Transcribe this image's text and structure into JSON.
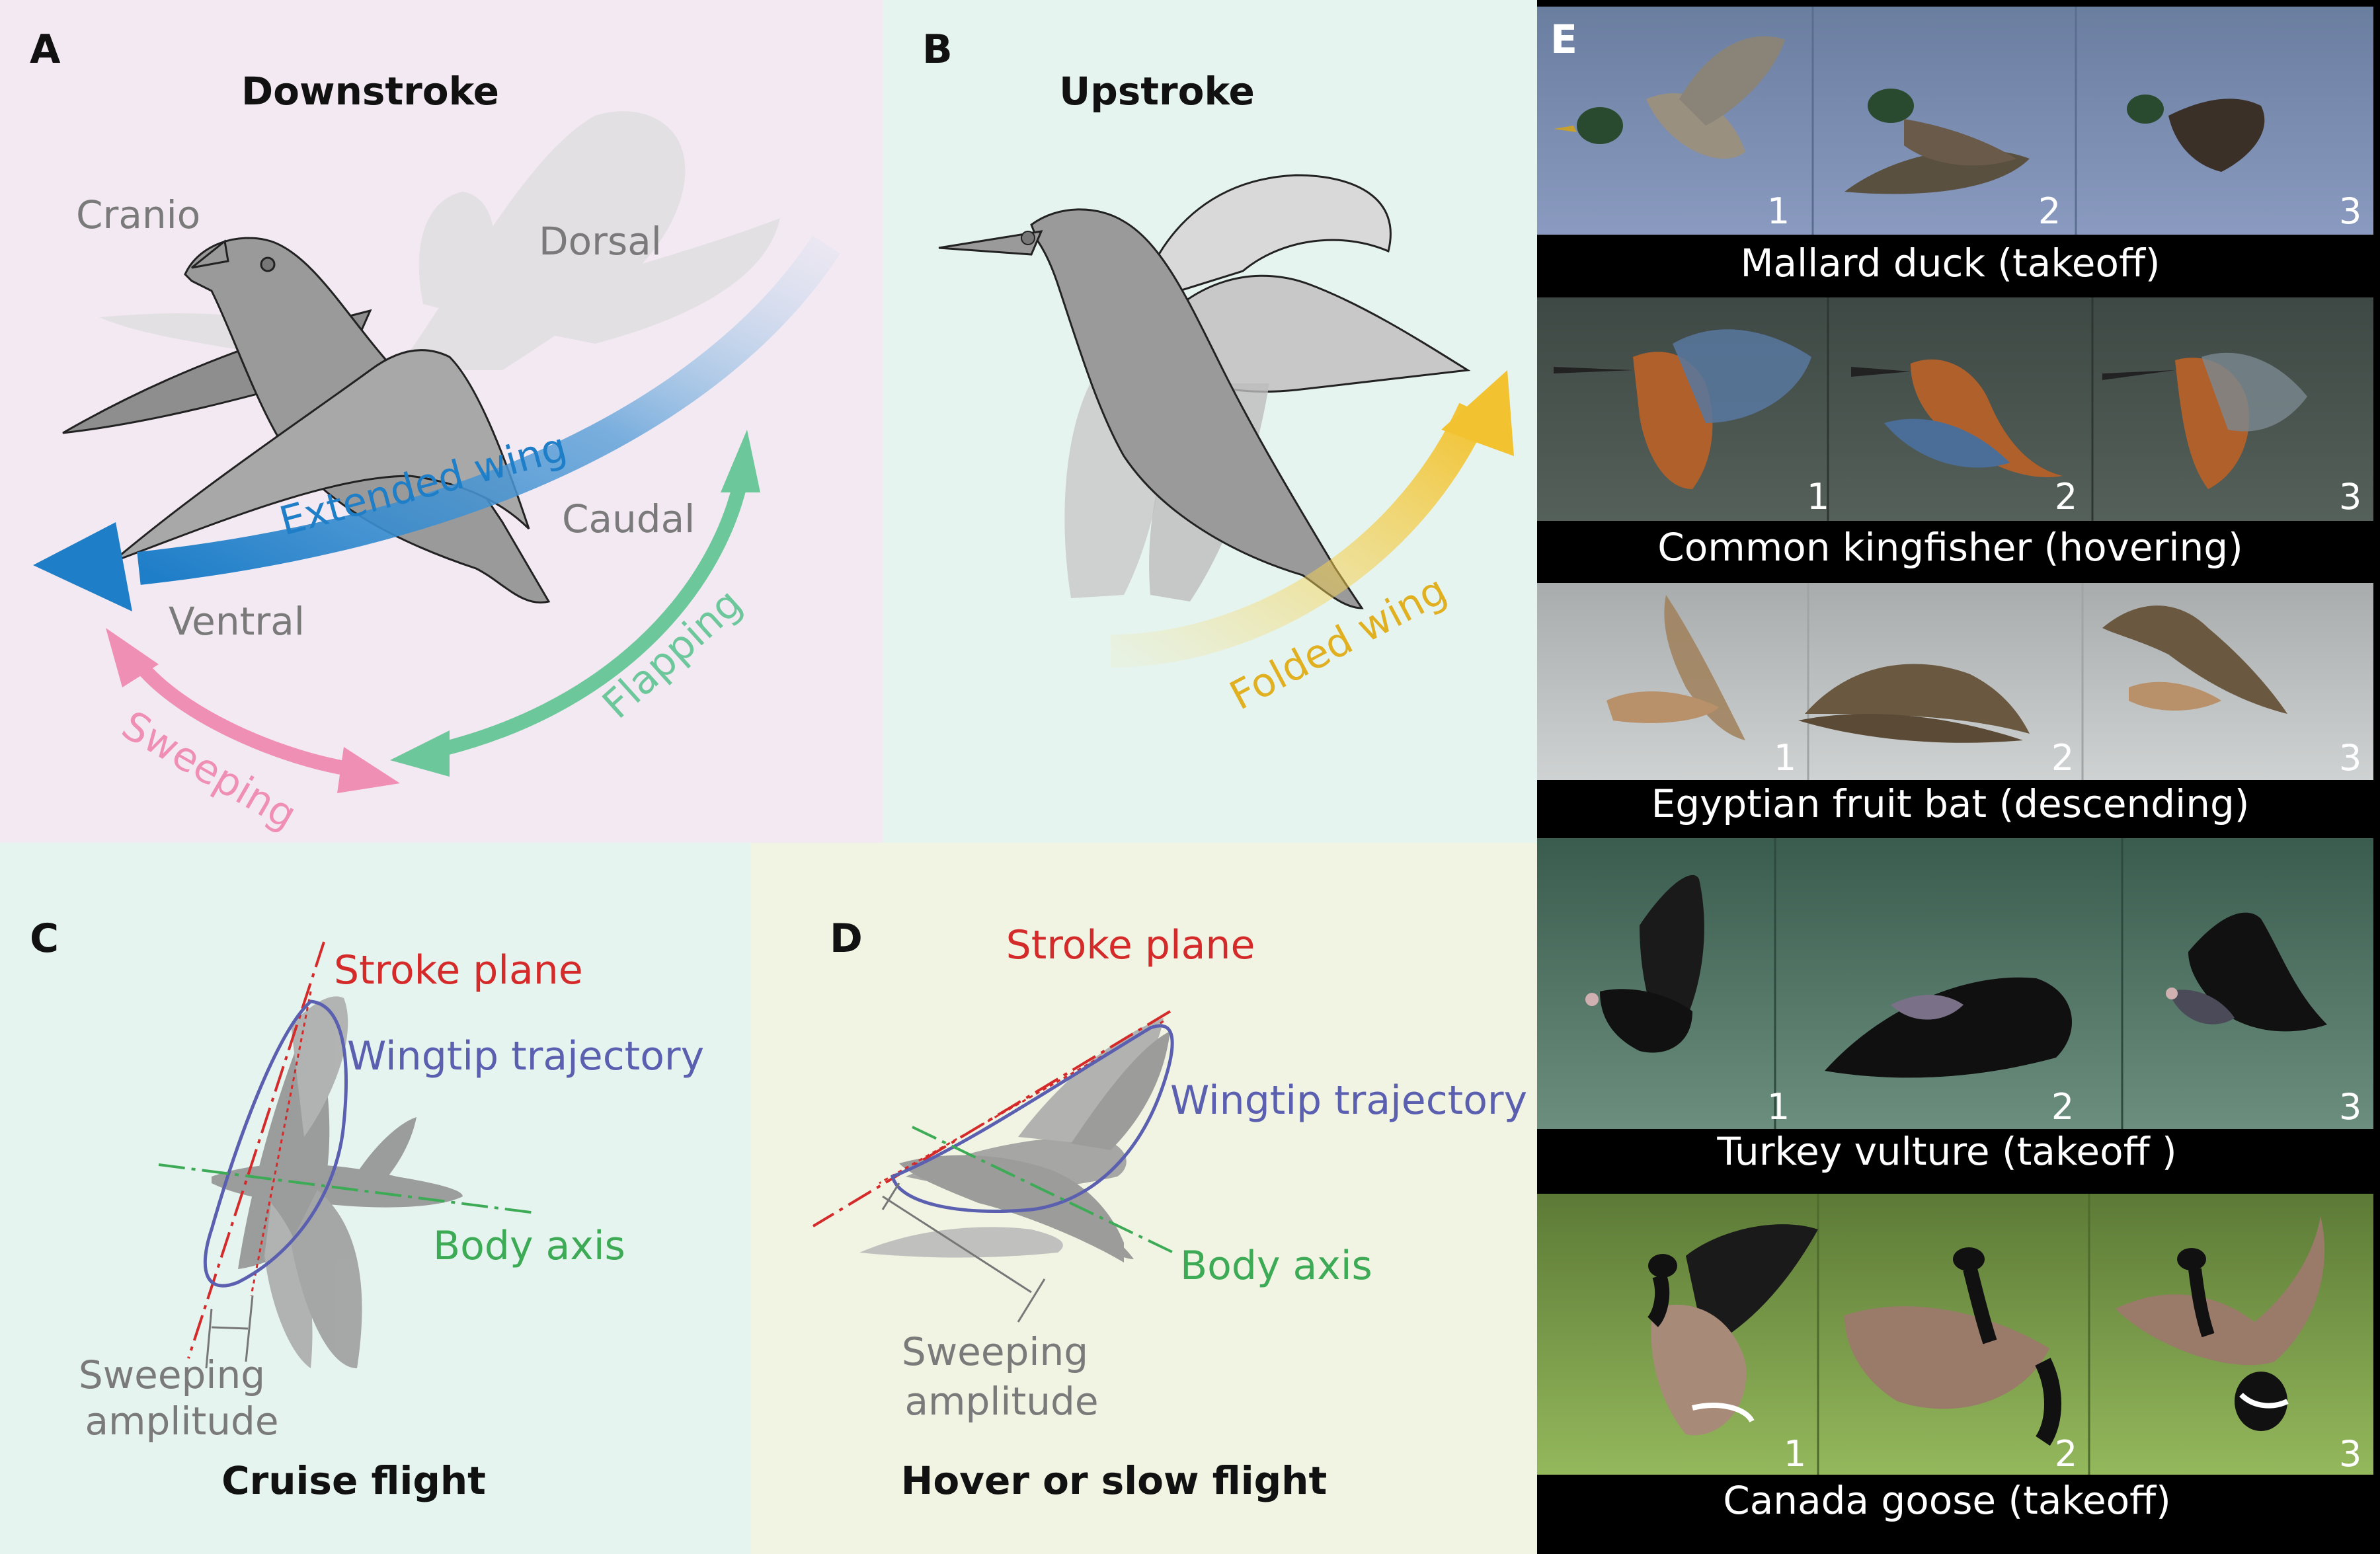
{
  "panels": {
    "a": {
      "letter": "A",
      "title": "Downstroke",
      "directions": {
        "cranio": "Cranio",
        "dorsal": "Dorsal",
        "caudal": "Caudal",
        "ventral": "Ventral"
      },
      "arrows": {
        "extended_wing": "Extended wing",
        "flapping": "Flapping",
        "sweeping": "Sweeping"
      }
    },
    "b": {
      "letter": "B",
      "title": "Upstroke",
      "arrow": "Folded wing"
    },
    "c": {
      "letter": "C",
      "stroke_plane": "Stroke plane",
      "wingtip_trajectory": "Wingtip trajectory",
      "body_axis": "Body axis",
      "sweeping_line1": "Sweeping",
      "sweeping_line2": "amplitude",
      "caption": "Cruise flight"
    },
    "d": {
      "letter": "D",
      "stroke_plane": "Stroke plane",
      "wingtip_trajectory": "Wingtip trajectory",
      "body_axis": "Body axis",
      "sweeping_line1": "Sweeping",
      "sweeping_line2": "amplitude",
      "caption": "Hover or slow flight"
    },
    "e": {
      "letter": "E",
      "frame_numbers": [
        "1",
        "2",
        "3"
      ],
      "rows": [
        {
          "caption": "Mallard duck (takeoff)"
        },
        {
          "caption": "Common kingfisher (hovering)"
        },
        {
          "caption": "Egyptian fruit bat (descending)"
        },
        {
          "caption": "Turkey vulture (takeoff )"
        },
        {
          "caption": "Canada goose (takeoff)"
        }
      ]
    }
  },
  "colors": {
    "extended_wing": "#1e7ec8",
    "flapping": "#6cc79a",
    "sweeping": "#f08fb4",
    "folded_wing": "#f2c230",
    "stroke_plane": "#d42a2a",
    "wingtip_trajectory": "#5a5fb0",
    "body_axis": "#3daa55"
  }
}
